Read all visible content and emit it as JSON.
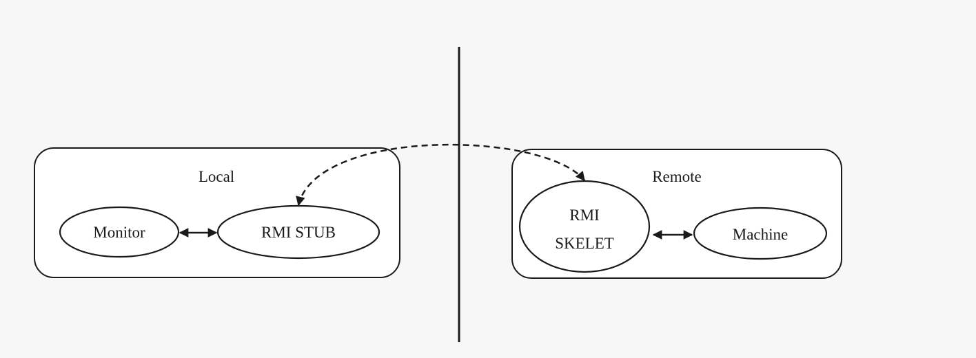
{
  "local": {
    "title": "Local",
    "monitor": "Monitor",
    "rmi_stub": "RMI STUB"
  },
  "remote": {
    "title": "Remote",
    "rmi_skelet_line1": "RMI",
    "rmi_skelet_line2": "SKELET",
    "machine": "Machine"
  }
}
